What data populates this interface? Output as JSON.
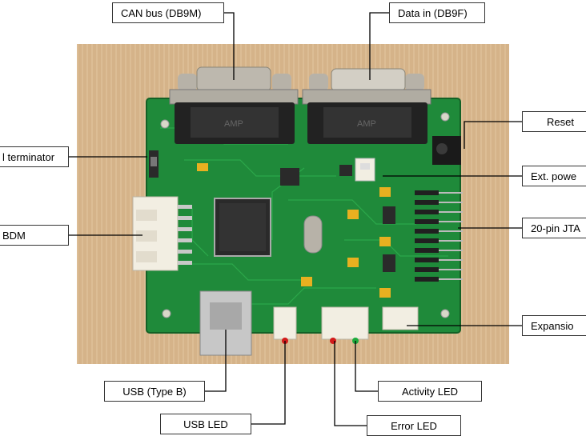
{
  "labels": {
    "can_bus": "CAN bus (DB9M)",
    "data_in": "Data in (DB9F)",
    "reset": "Reset",
    "terminator": "l terminator",
    "ext_power": "Ext. powe",
    "bdm": "BDM",
    "jtag": "20-pin JTA",
    "expansion": "Expansio",
    "usb_type_b": "USB (Type B)",
    "activity_led": "Activity LED",
    "usb_led": "USB LED",
    "error_led": "Error LED",
    "connector_brand_left": "AMP",
    "connector_brand_right": "AMP"
  },
  "colors": {
    "pcb": "#1f8a3a",
    "pcb_dark": "#14652a",
    "table": "#d8b890",
    "metal": "#b7b2a8",
    "black_plastic": "#222222",
    "chip": "#2a2a2a",
    "yellow_cap": "#e8b020",
    "connector_white": "#f2eee2",
    "red_led": "#d21a1a",
    "green_led": "#1cab3c",
    "usb_housing": "#c7c7c7"
  }
}
